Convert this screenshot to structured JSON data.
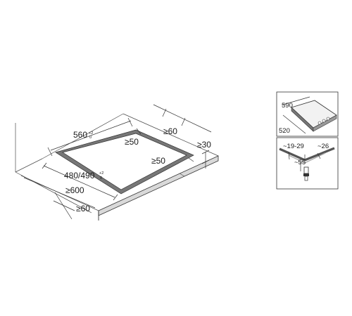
{
  "main_diagram": {
    "cutout_length": "560",
    "cutout_length_tol_plus": "+2",
    "cutout_length_tol_minus": "0",
    "cutout_width": "480/490",
    "cutout_width_tol_plus": "+2",
    "cutout_width_tol_minus": "0",
    "dist_back_wall": "≥50",
    "dist_side_wall": "≥50",
    "dist_back_edge": "≥60",
    "front_edge": "≥60",
    "worktop_depth": "≥600",
    "worktop_thickness": "≥30"
  },
  "inset_top": {
    "width": "590",
    "depth": "520"
  },
  "inset_bottom": {
    "range": "~19-29",
    "right": "~26",
    "depth": "~55"
  }
}
